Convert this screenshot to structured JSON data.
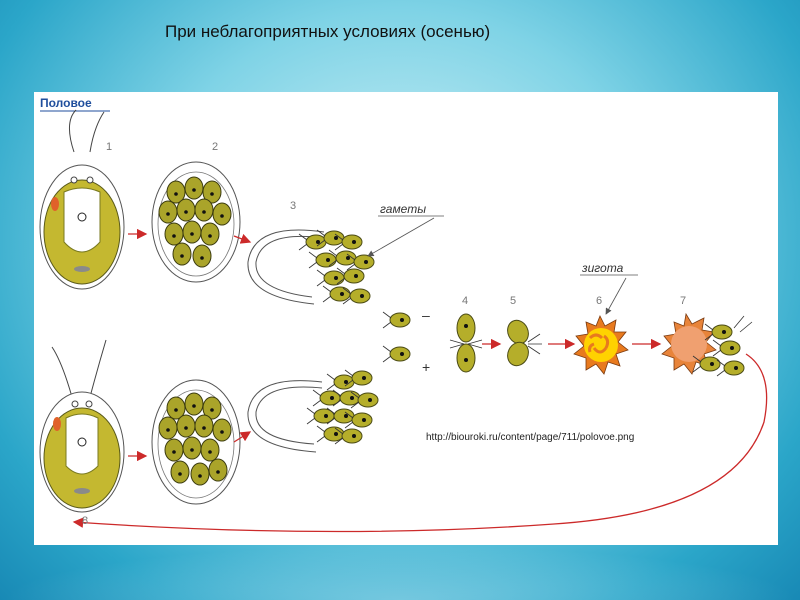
{
  "slide": {
    "title": "При неблагоприятных условиях (осенью)"
  },
  "figure": {
    "heading": "Половое",
    "stage_numbers": [
      "1",
      "2",
      "3",
      "4",
      "5",
      "6",
      "7",
      "8"
    ],
    "labels": {
      "gametes": "гаметы",
      "zygote": "зигота",
      "minus": "–",
      "plus": "+"
    },
    "source_url": "http://biouroki.ru/content/page/711/polovoe.png"
  },
  "colors": {
    "cell_fill": "#c4b830",
    "cell_outline": "#5a5a1a",
    "arrow": "#cc2a2a",
    "zygote_orange": "#e87a1e",
    "zygote_yellow": "#ffd200",
    "eyespot": "#e0622a",
    "heading_blue": "#1f4e9c"
  }
}
